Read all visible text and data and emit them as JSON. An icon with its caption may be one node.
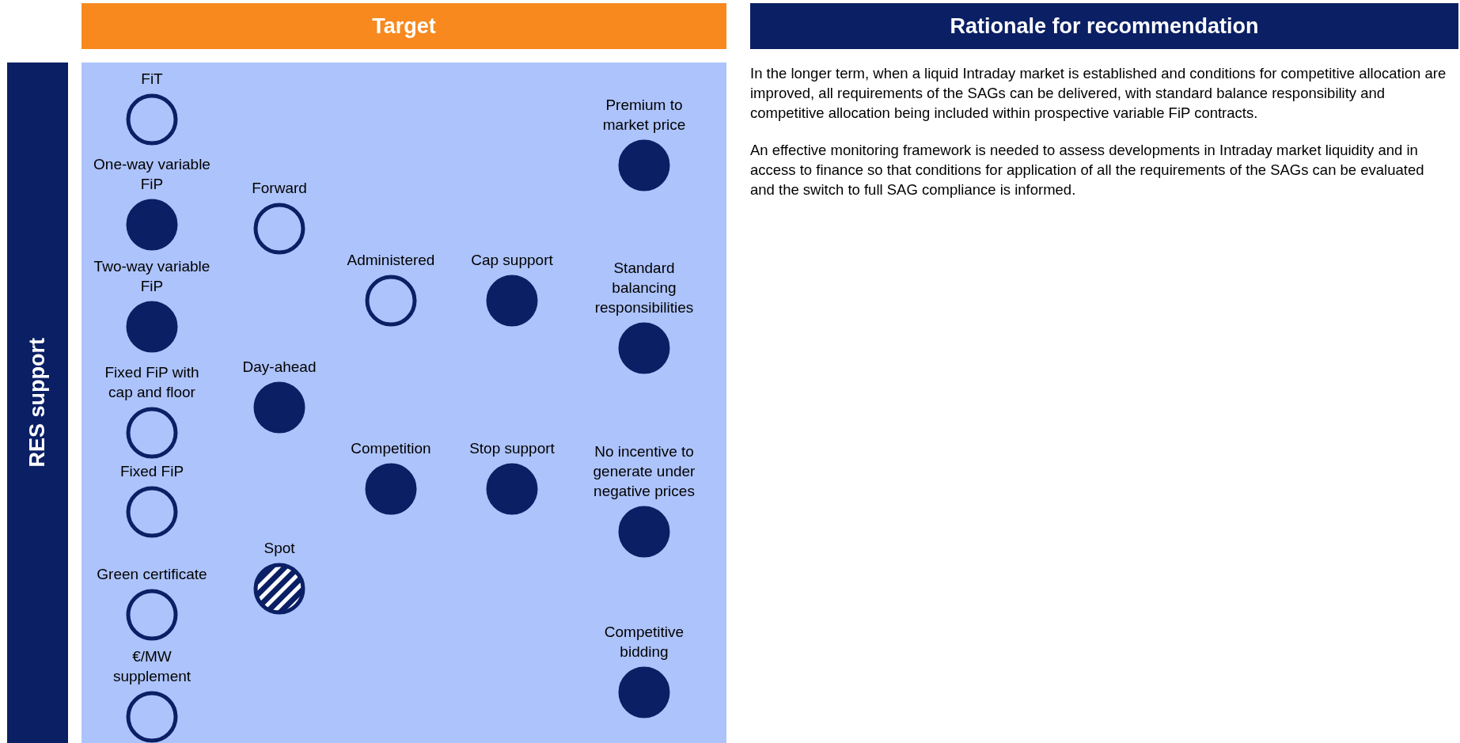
{
  "diagram": {
    "nodes": [
      {
        "text": [
          "Target"
        ]
      },
      {
        "text": [
          "Rationale for recommendation"
        ]
      },
      {
        "text": [
          "RES support"
        ]
      },
      {
        "text": [],
        "shape": "box"
      },
      {
        "text": [],
        "shape": "circle",
        "beside": [
          "FiT"
        ],
        "in": 3
      },
      {
        "text": [],
        "shape": "circle",
        "beside": [
          "One-way variable FiP"
        ],
        "in": 3
      },
      {
        "text": [],
        "shape": "circle",
        "beside": [
          "Two-way variable FiP"
        ],
        "in": 3
      },
      {
        "text": [],
        "shape": "circle",
        "beside": [
          "Fixed FiP with cap and floor"
        ],
        "in": 3
      },
      {
        "text": [],
        "shape": "circle",
        "beside": [
          "Fixed FiP"
        ],
        "in": 3
      },
      {
        "text": [],
        "shape": "circle",
        "beside": [
          "Green certificate"
        ],
        "in": 3
      },
      {
        "text": [],
        "shape": "circle",
        "beside": [
          "€/MW supplement"
        ],
        "in": 3
      },
      {
        "text": [],
        "shape": "circle",
        "beside": [
          "Forward"
        ],
        "in": 3
      },
      {
        "text": [],
        "shape": "circle",
        "beside": [
          "Day-ahead"
        ],
        "in": 3
      },
      {
        "text": [],
        "shape": "circle",
        "beside": [
          "Spot"
        ],
        "in": 3
      },
      {
        "text": [],
        "shape": "circle",
        "beside": [
          "Administered"
        ],
        "in": 3
      },
      {
        "text": [],
        "shape": "circle",
        "beside": [
          "Competition"
        ],
        "in": 3
      },
      {
        "text": [],
        "shape": "circle",
        "beside": [
          "Cap support"
        ],
        "in": 3
      },
      {
        "text": [],
        "shape": "circle",
        "beside": [
          "Stop support"
        ],
        "in": 3
      },
      {
        "text": [],
        "shape": "circle",
        "beside": [
          "Premium to market price"
        ],
        "in": 3
      },
      {
        "text": [],
        "shape": "circle",
        "beside": [
          "Standard balancing responsibilities"
        ],
        "in": 3
      },
      {
        "text": [],
        "shape": "circle",
        "beside": [
          "No incentive to generate under negative prices"
        ],
        "in": 3
      },
      {
        "text": [],
        "shape": "circle",
        "beside": [
          "Competitive bidding"
        ],
        "in": 3
      }
    ],
    "edges": [],
    "labels": [
      "In the longer term, when a liquid Intraday market is established and conditions for competitive allocation are improved, all requirements of the SAGs can be delivered, with standard balance responsibility and competitive allocation being included within prospective variable FiP contracts.",
      "An effective monitoring framework is needed to assess developments in Intraday market liquidity and in access to finance so that conditions for application of all the requirements of the SAGs can be evaluated and the switch to full SAG compliance is informed."
    ]
  }
}
